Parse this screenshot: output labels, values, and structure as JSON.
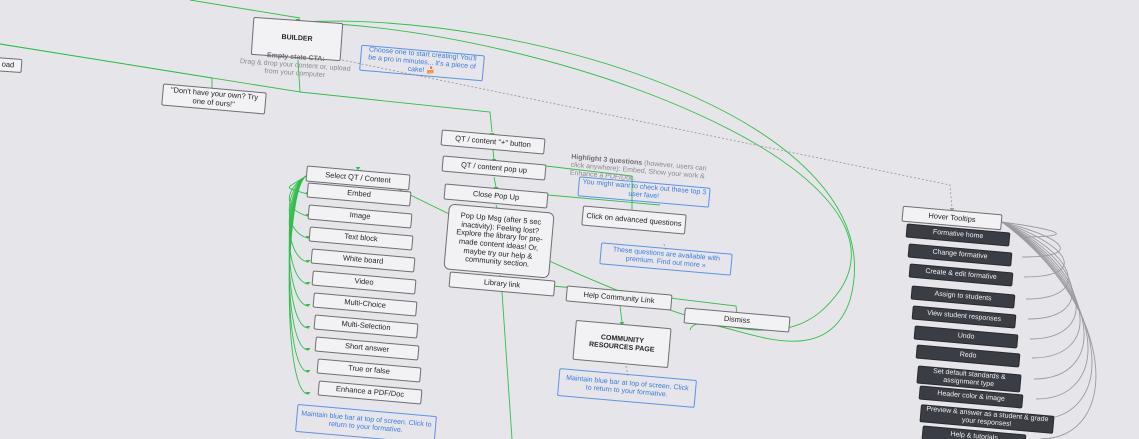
{
  "nodes": {
    "builder": "BUILDER",
    "empty_state_title": "Empty state CTA:",
    "empty_state_body": "Drag & drop your content or, upload from your computer",
    "choose_note": "Choose one to start creating! You'll be a pro in minutes... it's a piece of cake! 🍰",
    "left_cut": "oad",
    "dont_have": "\"Don't have your own? Try one of ours!\"",
    "qt_content_button": "QT / content \"+\" button",
    "qt_content_popup": "QT / content pop up",
    "close_popup": "Close Pop Up",
    "popup_msg": "Pop Up Msg (after 5 sec inactivity): Feeling lost? Explore the library for pre-made content ideas! Or, maybe try our help & community section.",
    "library_link": "Library link",
    "help_community_link": "Help Community Link",
    "dismiss": "Dismiss",
    "community_page": "COMMUNITY RESOURCES PAGE",
    "community_note": "Maintain blue bar at top of screen. Click to return to your formative.",
    "highlight_title": "Highlight 3 questions",
    "highlight_body": "(however, users can click anywhere): Embed, Show your work & Enhance a PDF/Doc.",
    "top3_note": "You might want to check out these top 3 user fave!",
    "advanced_questions": "Click on advanced questions",
    "premium_note": "These questions are available with premium. Find out more »",
    "select_qt": "Select QT / Content",
    "qt_items": [
      "Embed",
      "Image",
      "Text block",
      "White board",
      "Video",
      "Multi-Choice",
      "Multi-Selection",
      "Short answer",
      "True or false",
      "Enhance a PDF/Doc"
    ],
    "left_note": "Maintain blue bar at top of screen. Click to return to your formative.",
    "hover_tooltips": "Hover Tooltips",
    "tooltip_items": [
      "Formative home",
      "Change formative",
      "Create & edit formative",
      "Assign to students",
      "View student responses",
      "Undo",
      "Redo",
      "Set default standards & assignment type",
      "Header color & image",
      "Preview & answer as a student & grade your responses!",
      "Help & tutorials"
    ]
  },
  "colors": {
    "connector": "#2fbf4a",
    "dotted": "#9a9aa0",
    "note_text": "#3a7be0",
    "dark_node": "#3b3d44"
  }
}
